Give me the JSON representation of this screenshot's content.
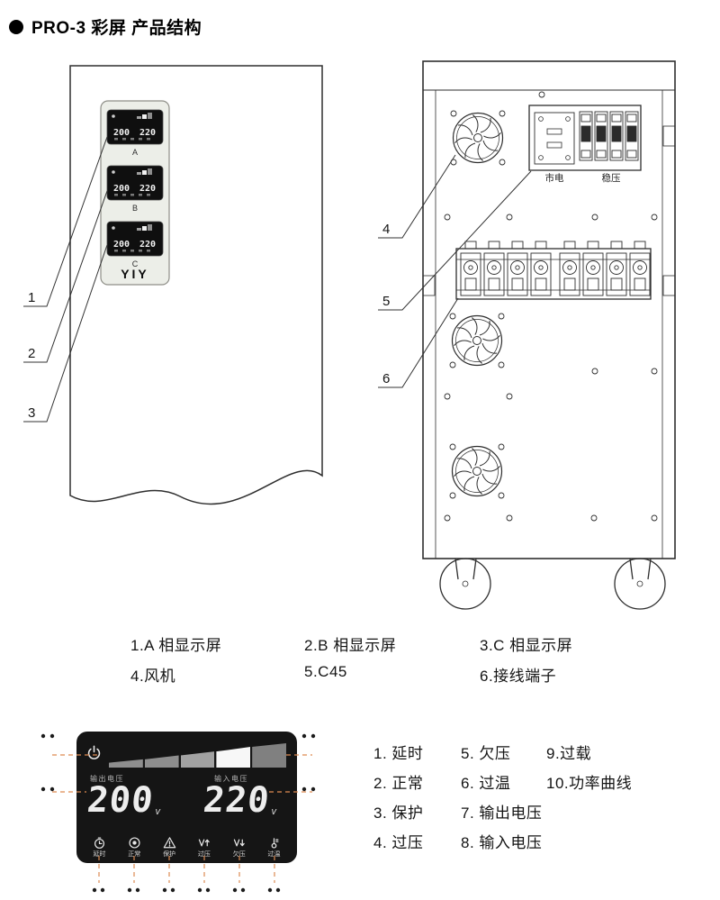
{
  "header": {
    "title": "PRO-3 彩屏 产品结构"
  },
  "front_view": {
    "brand": "YIY",
    "displays": [
      {
        "phase": "A",
        "v1": "200",
        "v2": "220"
      },
      {
        "phase": "B",
        "v1": "200",
        "v2": "220"
      },
      {
        "phase": "C",
        "v1": "200",
        "v2": "220"
      }
    ],
    "callouts": {
      "c1": "1",
      "c2": "2",
      "c3": "3"
    }
  },
  "back_view": {
    "labels": {
      "mains": "市电",
      "stabilize": "稳压"
    },
    "callouts": {
      "c4": "4",
      "c5": "5",
      "c6": "6"
    }
  },
  "parts_legend": {
    "row1": [
      "1.A 相显示屏",
      "2.B 相显示屏",
      "3.C 相显示屏"
    ],
    "row2": [
      "4.风机",
      "5.C45",
      "6.接线端子"
    ]
  },
  "display_closeup": {
    "output_label": "输出电压",
    "input_label": "输入电压",
    "output_value": "200",
    "input_value": "220",
    "unit": "v",
    "status_icons": [
      {
        "icon": "timer-icon",
        "label": "延时"
      },
      {
        "icon": "normal-icon",
        "label": "正常"
      },
      {
        "icon": "protect-icon",
        "label": "保护"
      },
      {
        "icon": "overvoltage-icon",
        "label": "过压"
      },
      {
        "icon": "undervoltage-icon",
        "label": "欠压"
      },
      {
        "icon": "overtemp-icon",
        "label": "过温"
      }
    ],
    "accent_dash_color": "#dd8a52"
  },
  "closeup_legend": {
    "col1": [
      "1. 延时",
      "2. 正常",
      "3. 保护",
      "4. 过压"
    ],
    "col2": [
      "5. 欠压",
      "6. 过温",
      "7. 输出电压",
      "8. 输入电压"
    ],
    "col3": [
      "9.过载",
      "10.功率曲线"
    ]
  }
}
